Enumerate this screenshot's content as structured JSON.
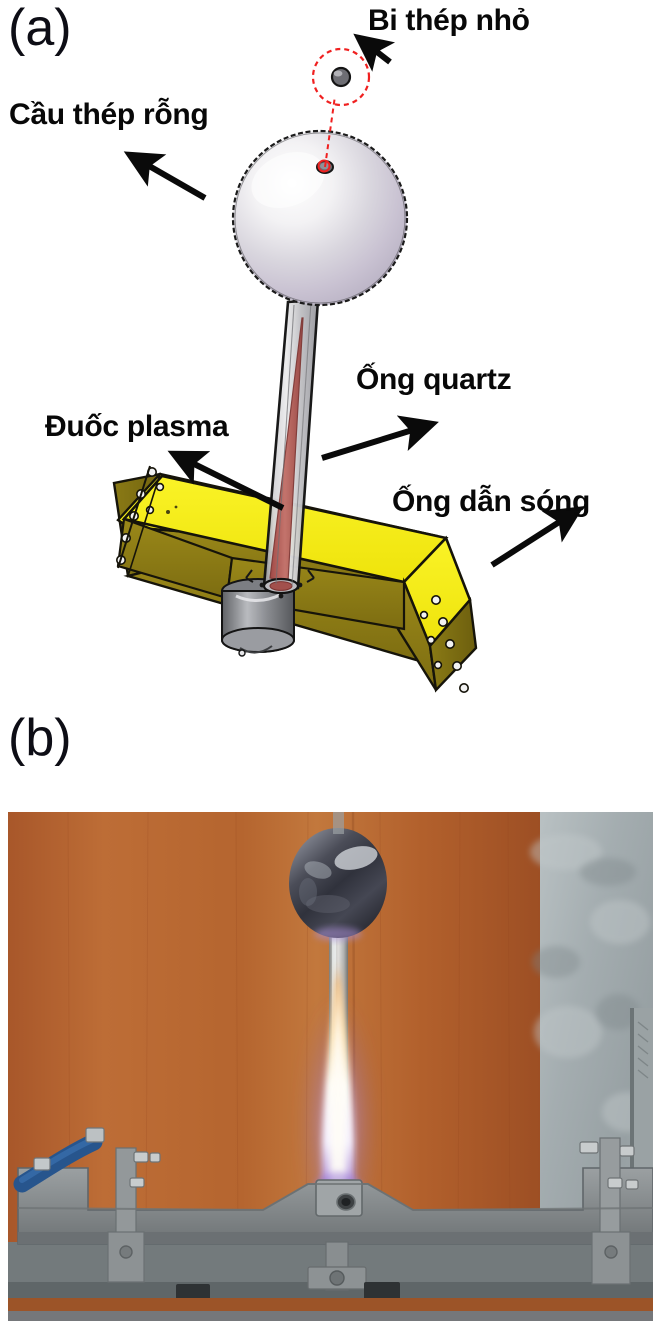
{
  "figure": {
    "panels": [
      {
        "tag": "(a)",
        "type": "cad-schematic",
        "description": "CAD schematic of microwave plasma torch with hollow steel sphere on quartz tube above a waveguide",
        "labels": [
          {
            "id": "small-steel-ball",
            "text": "Bi thép nhỏ"
          },
          {
            "id": "hollow-steel-sphere",
            "text": "Cầu thép rỗng"
          },
          {
            "id": "quartz-tube",
            "text": "Ống quartz"
          },
          {
            "id": "plasma-torch",
            "text": "Đuốc plasma"
          },
          {
            "id": "waveguide",
            "text": "Ống dẫn sóng"
          }
        ],
        "colors": {
          "waveguide_top": "#f5ec13",
          "waveguide_front": "#8c7c16",
          "quartz_tube": "#b8b8bb",
          "plasma_flame": "#b04a44",
          "sphere": "#d8d4dc",
          "callout_red": "#f02020",
          "arrow": "#0a0a0a"
        }
      },
      {
        "tag": "(b)",
        "type": "photograph",
        "description": "Photograph of the operating plasma torch: steel sphere on a quartz tube with a bright white-orange plasma plume above a grey metal frame, wooden wall behind",
        "colors": {
          "wood_background": "#b0622f",
          "wall_background": "#a7b0b3",
          "metal_frame": "#8e9294",
          "flame_core": "#fffdf4",
          "flame_tip": "#f0a046",
          "flame_base": "#9a7ecb",
          "sphere": "#3a3a42",
          "hose": "#27558d"
        }
      }
    ]
  }
}
